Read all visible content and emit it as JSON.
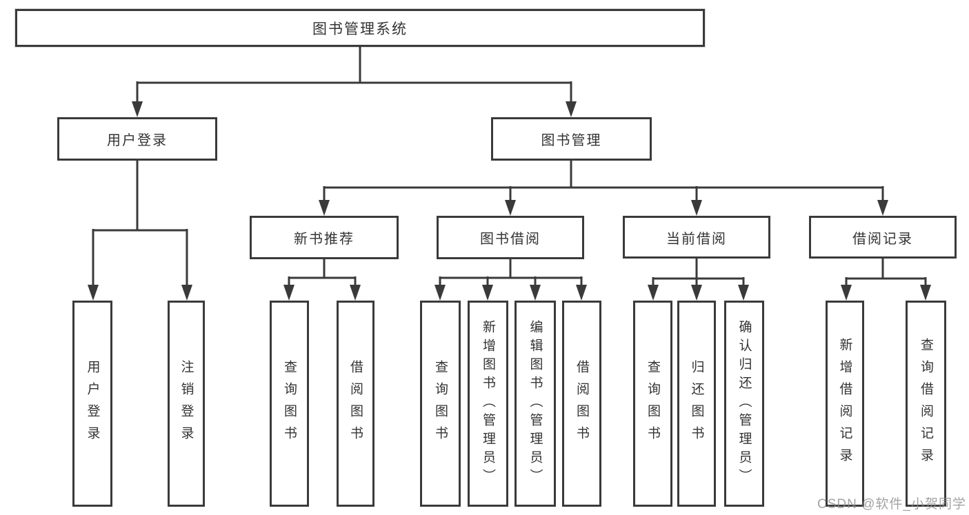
{
  "watermark": "CSDN @软件_小贺同学",
  "colors": {
    "line": "#3a3a3a",
    "box_border": "#3a3a3a",
    "text": "#333333",
    "background": "#ffffff",
    "watermark": "#8c8c8c"
  },
  "tree": {
    "label": "图书管理系统",
    "children": [
      {
        "label": "用户登录",
        "children": [
          {
            "label": "用户登录"
          },
          {
            "label": "注销登录"
          }
        ]
      },
      {
        "label": "图书管理",
        "children": [
          {
            "label": "新书推荐",
            "children": [
              {
                "label": "查询图书"
              },
              {
                "label": "借阅图书"
              }
            ]
          },
          {
            "label": "图书借阅",
            "children": [
              {
                "label": "查询图书"
              },
              {
                "label": "新增图书（管理员）"
              },
              {
                "label": "编辑图书（管理员）"
              },
              {
                "label": "借阅图书"
              }
            ]
          },
          {
            "label": "当前借阅",
            "children": [
              {
                "label": "查询图书"
              },
              {
                "label": "归还图书"
              },
              {
                "label": "确认归还（管理员）"
              }
            ]
          },
          {
            "label": "借阅记录",
            "children": [
              {
                "label": "新增借阅记录"
              },
              {
                "label": "查询借阅记录"
              }
            ]
          }
        ]
      }
    ]
  }
}
